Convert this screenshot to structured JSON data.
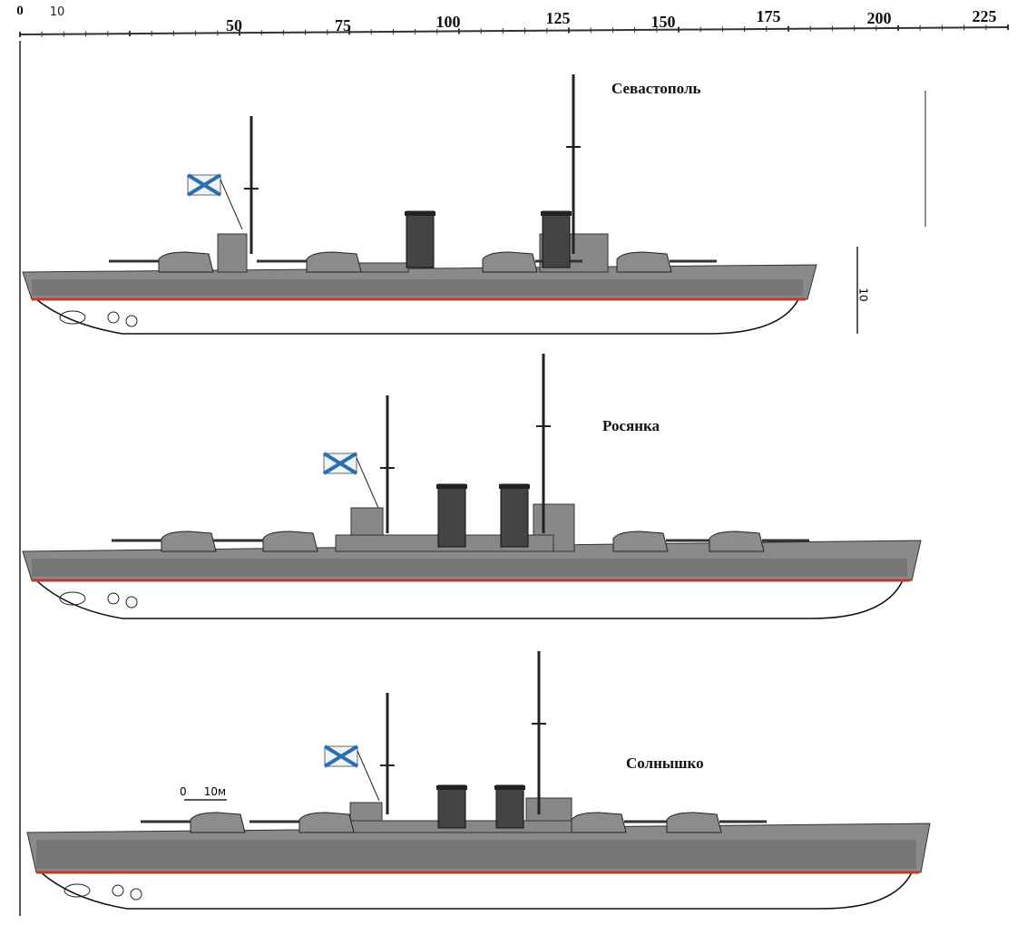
{
  "scale": {
    "major_labels": [
      "0",
      "10",
      "50",
      "75",
      "100",
      "125",
      "150",
      "175",
      "200",
      "225"
    ],
    "unit_note": "м"
  },
  "ships": [
    {
      "name": "Севастополь"
    },
    {
      "name": "Росянка"
    },
    {
      "name": "Солнышко"
    }
  ],
  "small_scale": {
    "start": "0",
    "end": "10м"
  },
  "vertical_scale": {
    "label": "10"
  },
  "colors": {
    "hull": "#8a8a8a",
    "waterline": "#c0392b",
    "outline": "#111111",
    "flag_blue": "#2c6fb0"
  }
}
